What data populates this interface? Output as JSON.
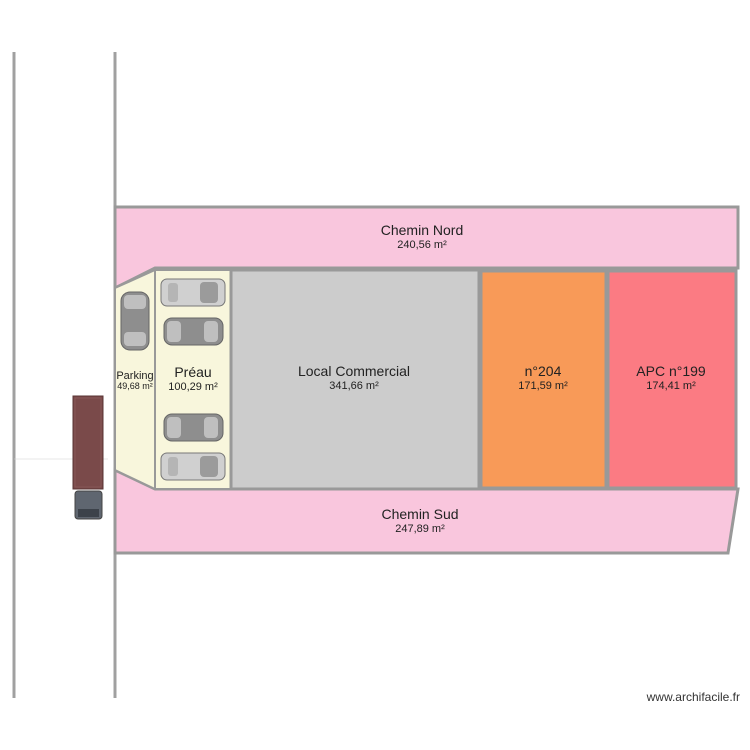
{
  "rooms": {
    "chemin_nord": {
      "name": "Chemin Nord",
      "area": "240,56 m²"
    },
    "parking": {
      "name": "Parking",
      "area": "49,68 m²"
    },
    "preau": {
      "name": "Préau",
      "area": "100,29 m²"
    },
    "local_commercial": {
      "name": "Local Commercial",
      "area": "341,66 m²"
    },
    "n204": {
      "name": "n°204",
      "area": "171,59 m²"
    },
    "apc199": {
      "name": "APC n°199",
      "area": "174,41 m²"
    },
    "chemin_sud": {
      "name": "Chemin Sud",
      "area": "247,89 m²"
    }
  },
  "colors": {
    "chemin": "#f9c6dd",
    "parking": "#f8f6dc",
    "local_commercial": "#cccccc",
    "n204": "#f89a58",
    "apc199": "#fb7b83",
    "wall": "#999999",
    "vehicle": "#8a8a8a",
    "truck": "#7a4a4a"
  },
  "watermark": "www.archifacile.fr"
}
